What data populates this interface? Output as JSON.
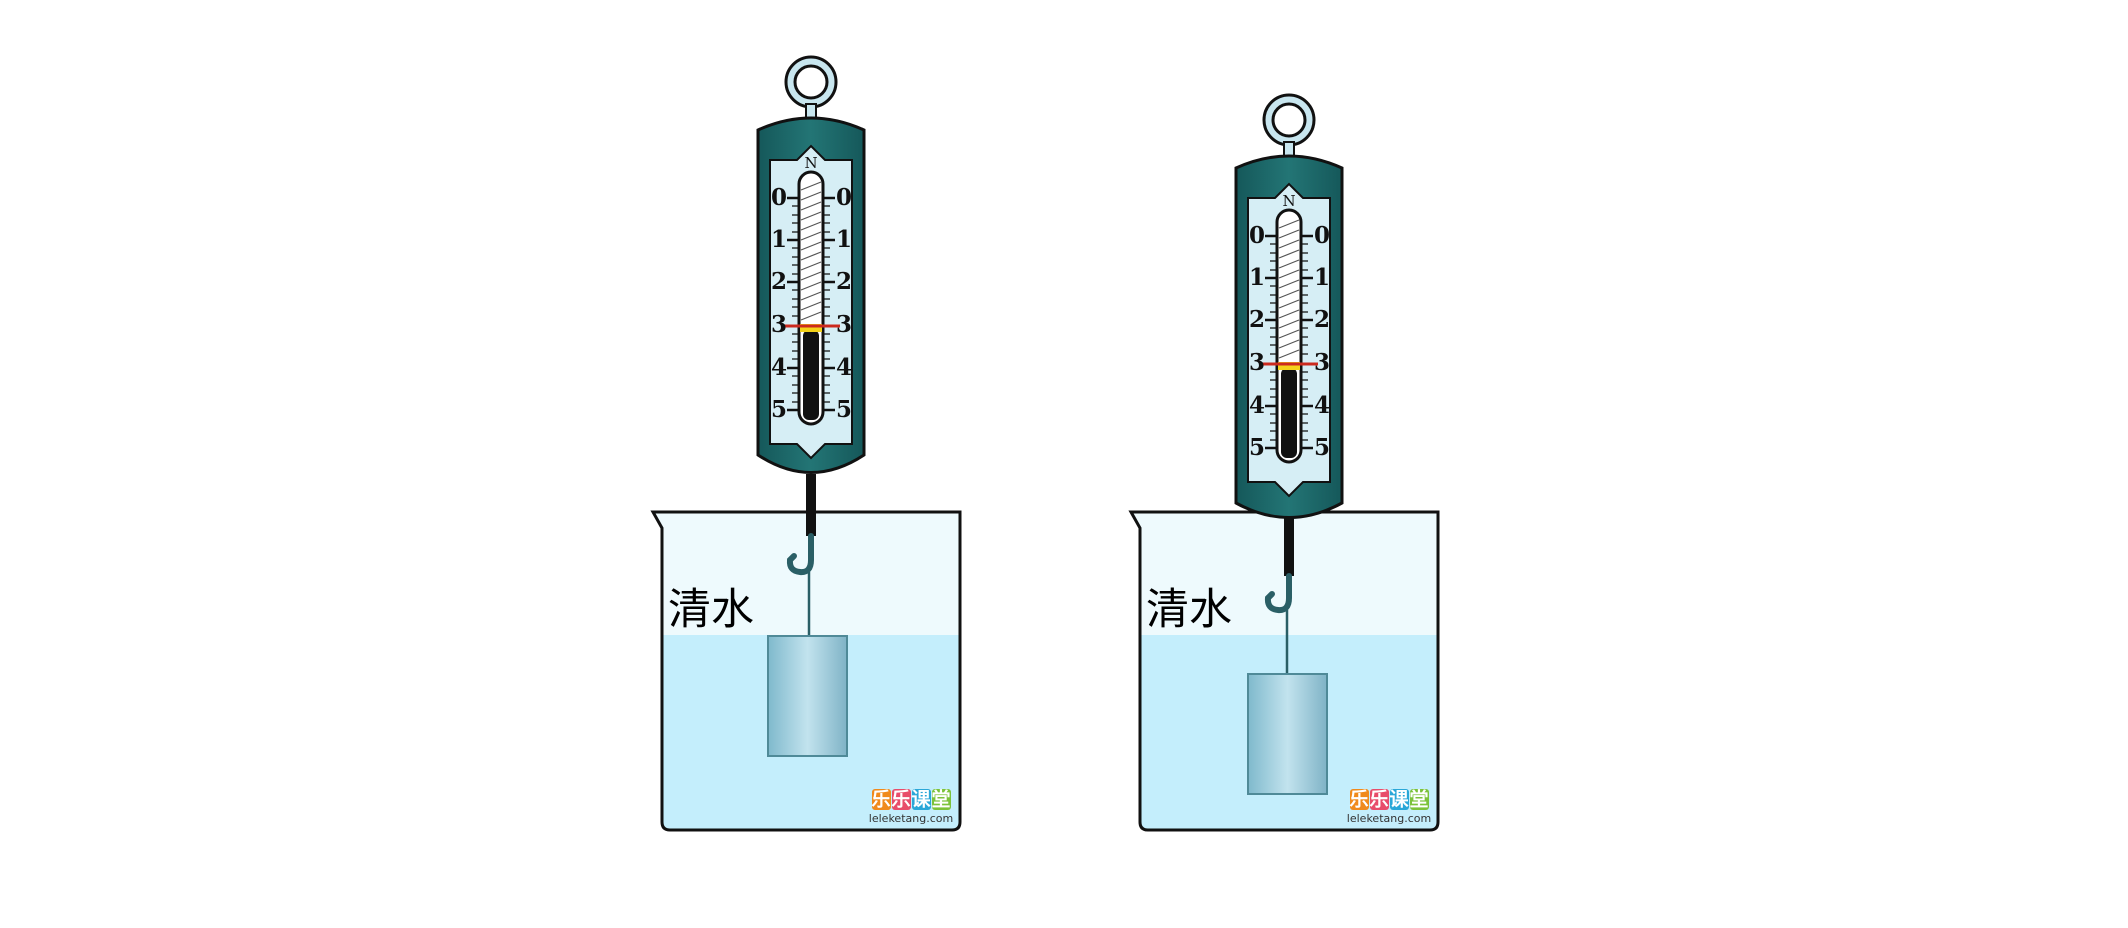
{
  "experiments": [
    {
      "liquid_label": "清水",
      "scale_unit": "N",
      "scale_numbers": [
        "0",
        "1",
        "2",
        "3",
        "4",
        "5"
      ],
      "reading": 3,
      "logo_chars": [
        "乐",
        "乐",
        "课",
        "堂"
      ],
      "logo_url": "leleketang.com"
    },
    {
      "liquid_label": "清水",
      "scale_unit": "N",
      "scale_numbers": [
        "0",
        "1",
        "2",
        "3",
        "4",
        "5"
      ],
      "reading": 3,
      "logo_chars": [
        "乐",
        "乐",
        "课",
        "堂"
      ],
      "logo_url": "leleketang.com"
    }
  ],
  "colors": {
    "meter_body": "#1f6b6b",
    "meter_face": "#d6eef5",
    "water": "#c4eefc",
    "beaker_air": "#eefafd",
    "block": "#8cc4d6",
    "indicator_red": "#cc2a1e",
    "indicator_yellow": "#f4d21a",
    "logo_colors": [
      "#f08a1c",
      "#e84d6a",
      "#2aa7d8",
      "#7cc23a"
    ]
  }
}
